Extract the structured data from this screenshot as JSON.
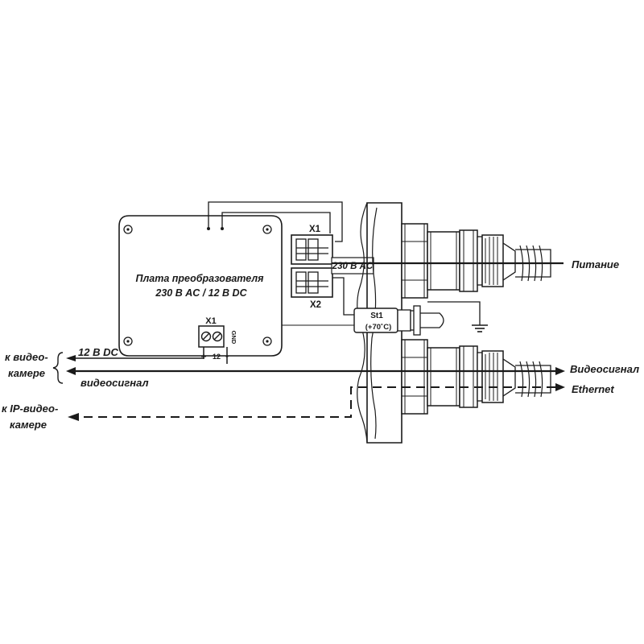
{
  "board": {
    "title_line1": "Плата преобразователя",
    "title_line2": "230 В AC / 12 В DC",
    "connector_label": "X1",
    "pin_plus": "+",
    "pin_12": "12",
    "pin_minus": "-",
    "pin_gnd": "GND"
  },
  "terminals": {
    "x1_label": "X1",
    "x2_label": "X2",
    "voltage_label": "230 В AC"
  },
  "thermostat": {
    "name": "St1",
    "temp": "(+70˚C)"
  },
  "left": {
    "camera_line1": "к видео-",
    "camera_line2": "камере",
    "dc_label": "12 В DC",
    "signal_label": "видеосигнал",
    "ipcam_line1": "к IP-видео-",
    "ipcam_line2": "камере"
  },
  "right": {
    "power_label": "Питание",
    "video_label": "Видеосигнал",
    "ethernet_label": "Ethernet"
  }
}
